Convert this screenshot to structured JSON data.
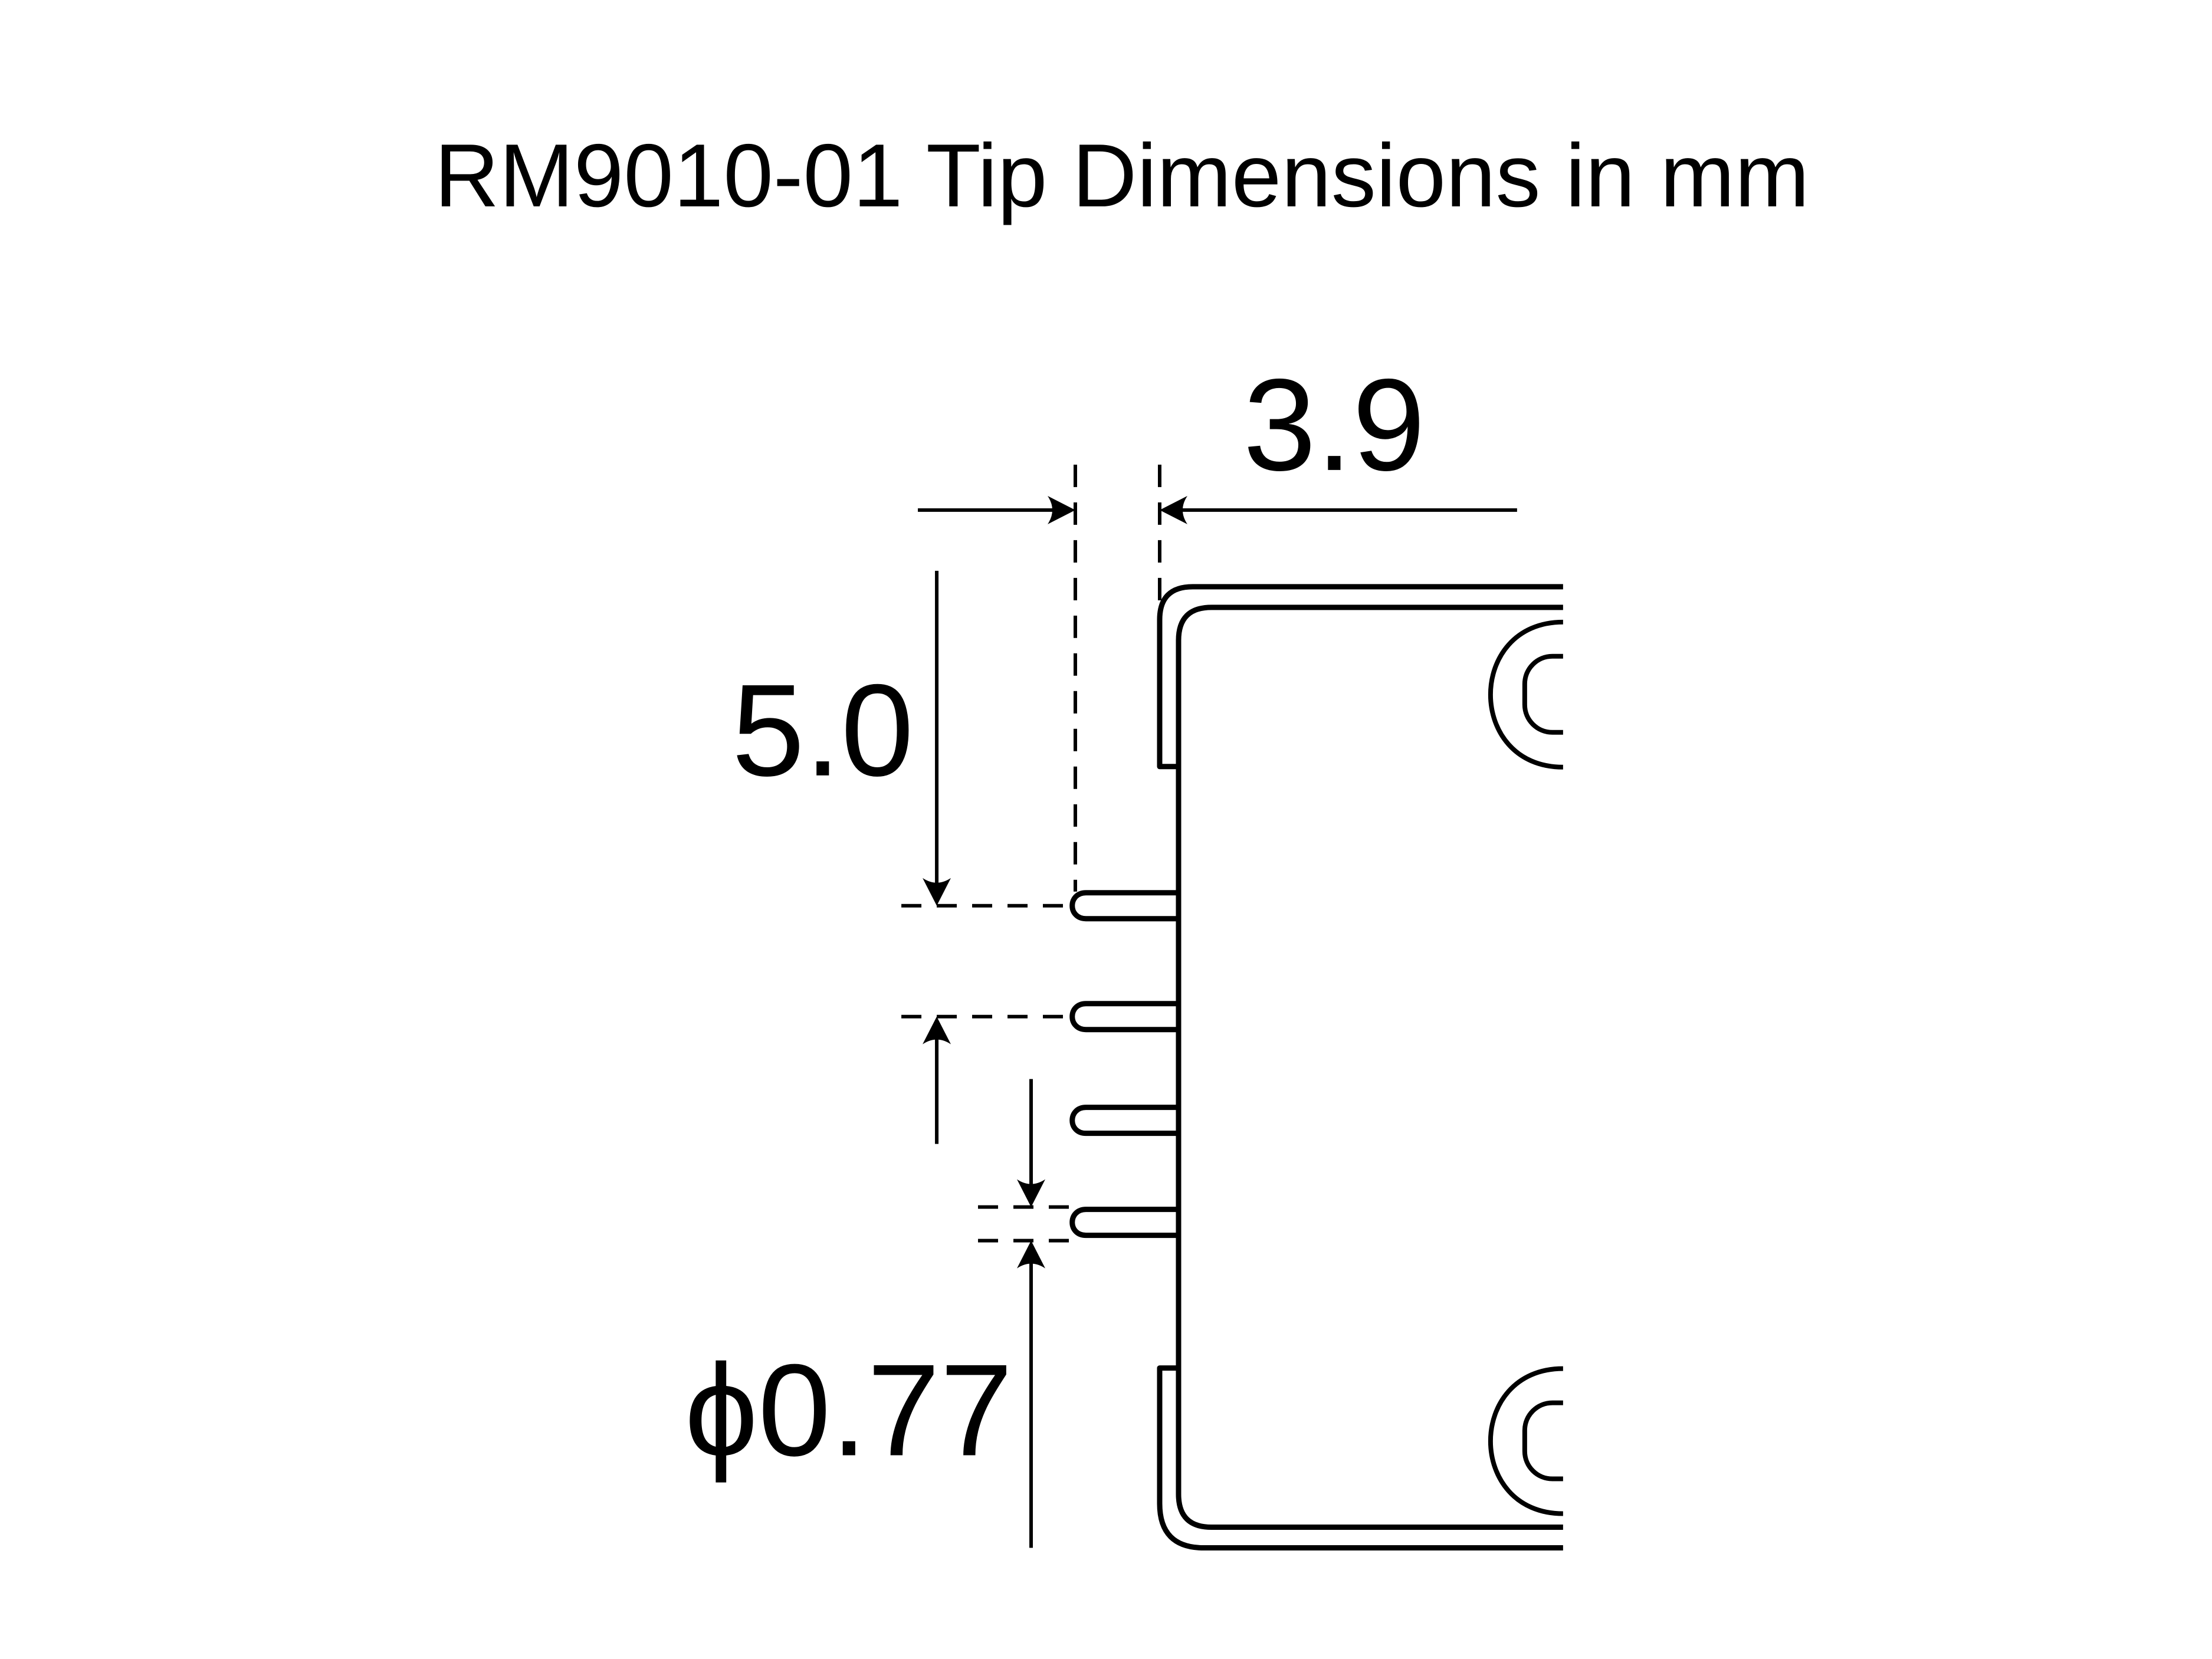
{
  "title": "RM9010-01 Tip Dimensions in mm",
  "dimensions": {
    "pin_protrusion_mm": {
      "label": "3.9",
      "value": 3.9
    },
    "pin_pitch_mm": {
      "label": "5.0",
      "value": 5.0
    },
    "pin_diameter_mm": {
      "label": "ϕ0.77",
      "value": 0.77
    }
  },
  "drawing": {
    "type": "technical-dimension-drawing",
    "view": "connector tip side view, cut off at right edge",
    "pin_count_visible": 4,
    "screw_count_visible": 2
  },
  "colors": {
    "background": "#ffffff",
    "line": "#000000"
  }
}
